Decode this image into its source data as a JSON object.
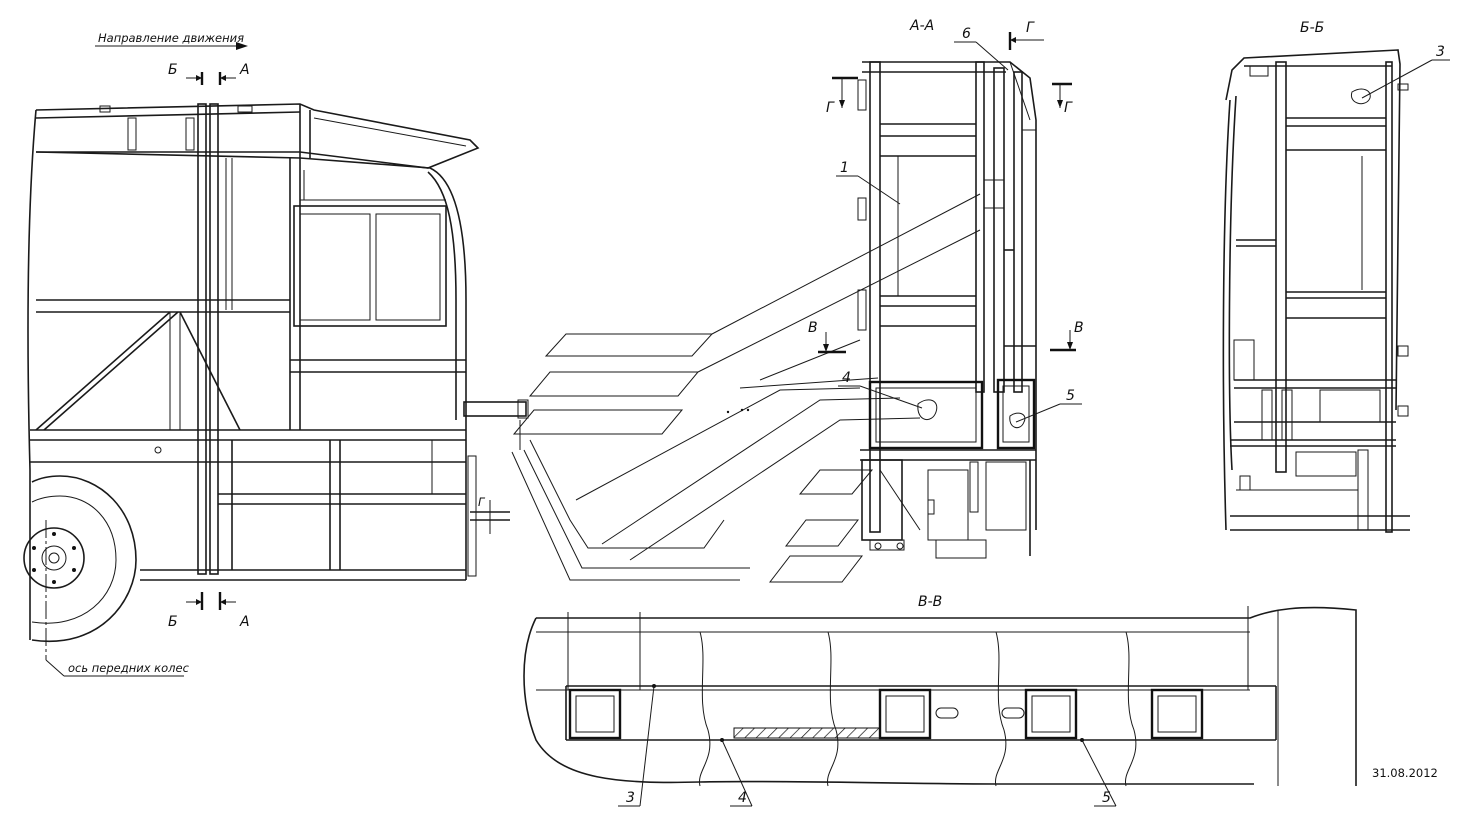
{
  "labels": {
    "direction": "Направление движения",
    "axle": "ось передних колес",
    "sec_b_top": "Б",
    "sec_a_top": "А",
    "sec_b_bottom": "Б",
    "sec_a_bottom": "А",
    "sec_g_side": "Г",
    "view_aa": "А-А",
    "view_bb": "Б-Б",
    "view_vv": "В-В",
    "aa_g_left": "Г",
    "aa_g_right": "Г",
    "aa_g_top": "Г",
    "aa_v_left": "В",
    "aa_v_right": "В",
    "callout_1": "1",
    "callout_3_bb": "3",
    "callout_4_aa": "4",
    "callout_5_aa": "5",
    "callout_6": "6",
    "callout_3_vv": "3",
    "callout_4_vv": "4",
    "callout_5_vv": "5",
    "date": "31.08.2012"
  }
}
